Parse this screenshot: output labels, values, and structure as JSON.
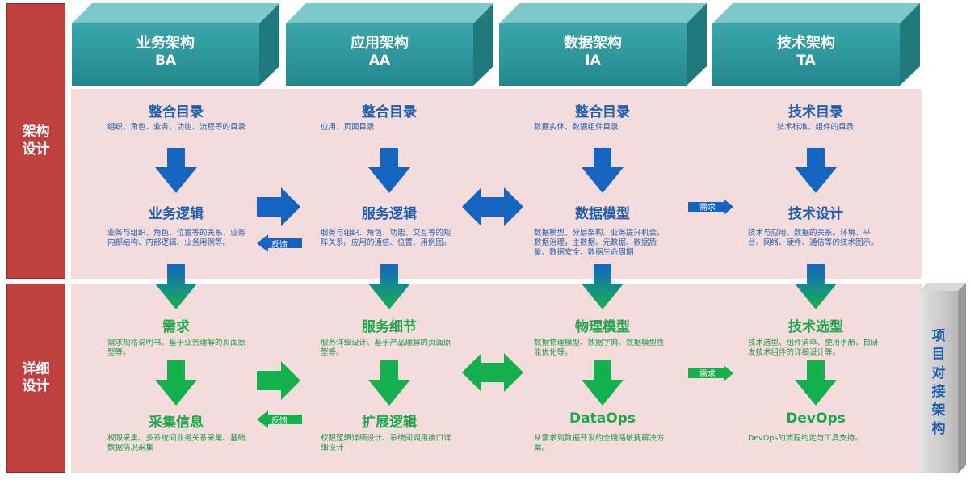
{
  "phases": {
    "design": "架构设计",
    "detail": "详细设计"
  },
  "side_label": "项目对接架构",
  "headers": [
    {
      "name": "业务架构",
      "abbr": "BA"
    },
    {
      "name": "应用架构",
      "abbr": "AA"
    },
    {
      "name": "数据架构",
      "abbr": "IA"
    },
    {
      "name": "技术架构",
      "abbr": "TA"
    }
  ],
  "arch_row1": [
    {
      "title": "整合目录",
      "desc": "组织、角色、业务、功能、流程等的目录"
    },
    {
      "title": "整合目录",
      "desc": "应用、页面目录"
    },
    {
      "title": "整合目录",
      "desc": "数据实体、数据组件目录"
    },
    {
      "title": "技术目录",
      "desc": "技术标准、组件的目录"
    }
  ],
  "arch_row2": [
    {
      "title": "业务逻辑",
      "desc": "业务与组织、角色、位置等的关系、业务内部结构、内部逻辑、业务用例等。"
    },
    {
      "title": "服务逻辑",
      "desc": "服务与组织、角色、功能、交互等的矩阵关系。应用的通信、位置、用例图。"
    },
    {
      "title": "数据模型",
      "desc": "数据模型、分层架构、业务提升机会。数据治理，主数据、元数据、数据质量、数据安全、数据生命周期"
    },
    {
      "title": "技术设计",
      "desc": "技术与应用、数据的关系。环境、平台、网络、硬件、通信等的技术图示。"
    }
  ],
  "detail_row1": [
    {
      "title": "需求",
      "desc": "需求规格说明书、基于业务理解的页面原型等。"
    },
    {
      "title": "服务细节",
      "desc": "服务详细设计、基于产品理解的页面原型等。"
    },
    {
      "title": "物理模型",
      "desc": "数据物理模型、数据字典、数据模型性能优化等。"
    },
    {
      "title": "技术选型",
      "desc": "技术选型、组件清单、使用手册、自研发技术组件的详细设计等。"
    }
  ],
  "detail_row2": [
    {
      "title": "采集信息",
      "desc": "权限采集、多系统间业务关系采集、基础数据情况采集"
    },
    {
      "title": "扩展逻辑",
      "desc": "权限逻辑详细设计、系统间调用接口详细设计"
    },
    {
      "title": "DataOps",
      "desc": "从需求到数据开发的全链路敏捷解决方案。"
    },
    {
      "title": "DevOps",
      "desc": "DevOps的流程约定与工具支持。"
    }
  ],
  "arrow_labels": {
    "feedback": "反馈",
    "requirement": "需求"
  },
  "colors": {
    "phase_red": "#c0403f",
    "header_teal": "#2b9599",
    "panel_pink": "#f5dcdc",
    "arrow_blue": "#1464c0",
    "arrow_green": "#14b04e"
  }
}
